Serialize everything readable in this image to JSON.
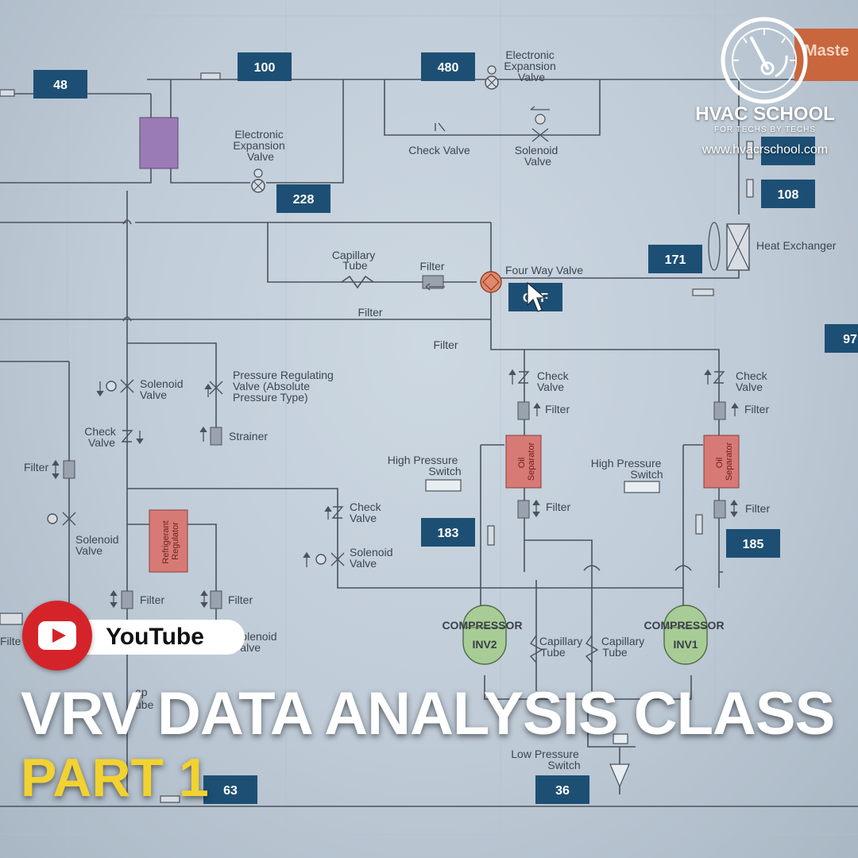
{
  "header": {
    "title": "VRV DATA ANALYSIS CLASS",
    "subtitle": "PART 1"
  },
  "youtube_badge": {
    "label": "YouTube",
    "icon": "youtube-play-icon"
  },
  "brand": {
    "name": "HVAC SCHOOL",
    "tagline": "FOR TECHS BY TECHS",
    "url": "www.hvacrschool.com",
    "icon": "gauge-icon"
  },
  "partial_button_label": "Maste",
  "colors": {
    "readout_box": "#1d4f74",
    "oil_separator": "#d77a76",
    "refrigerant_regulator": "#d77a76",
    "compressor": "#a8cc96",
    "heat_exchanger_coil": "#9a7bb5",
    "title": "#ffffff",
    "subtitle": "#f2d230",
    "youtube_red": "#d4242a"
  },
  "sensor_readouts": {
    "r48": "48",
    "r100": "100",
    "r480": "480",
    "r228": "228",
    "r108": "108",
    "r171": "171",
    "r97": "97",
    "r183": "183",
    "r185": "185",
    "r63": "63",
    "r36": "36",
    "rOff": "OFF"
  },
  "labels": {
    "eev_top": [
      "Electronic",
      "Expansion",
      "Valve"
    ],
    "check_valve_top": "Check Valve",
    "solenoid_top": [
      "Solenoid",
      "Valve"
    ],
    "eev_left": [
      "Electronic",
      "Expansion",
      "Valve"
    ],
    "heat_exchanger": "Heat Exchanger",
    "capillary_top": [
      "Capillary",
      "Tube"
    ],
    "filter_top": "Filter",
    "four_way_valve": "Four Way Valve",
    "filter_mid": "Filter",
    "filter_mid2": "Filter",
    "solenoid_left": [
      "Solenoid",
      "Valve"
    ],
    "pressure_reg": [
      "Pressure Regulating",
      "Valve (Absolute",
      "Pressure Type)"
    ],
    "check_left": [
      "Check",
      "Valve"
    ],
    "strainer": "Strainer",
    "filter_left": "Filter",
    "solenoid_far_left": [
      "Solenoid",
      "Valve"
    ],
    "refrigerant_regulator": [
      "Refrigerant",
      "Regulator"
    ],
    "filter_reg_left": "Filter",
    "filter_reg_right": "Filter",
    "solenoid_bottom": [
      "Solenoid",
      "Valve"
    ],
    "capillary_bottom_left": [
      "Capillary",
      "Tube"
    ],
    "check_inv2": [
      "Check",
      "Valve"
    ],
    "filter_inv2_top": "Filter",
    "hps_inv2": [
      "High Pressure",
      "Switch"
    ],
    "oil_sep": [
      "Oil",
      "Separator"
    ],
    "filter_inv2_bot": "Filter",
    "check_center": [
      "Check",
      "Valve"
    ],
    "solenoid_center": [
      "Solenoid",
      "Valve"
    ],
    "check_inv1": [
      "Check",
      "Valve"
    ],
    "filter_inv1_top": "Filter",
    "hps_inv1": [
      "High Pressure",
      "Switch"
    ],
    "filter_inv1_bot": "Filter",
    "compressor_inv2": [
      "COMPRESSOR",
      "INV2"
    ],
    "compressor_inv1": [
      "COMPRESSOR",
      "INV1"
    ],
    "capillary_inv2": [
      "Capillary",
      "Tube"
    ],
    "capillary_inv1": [
      "Capillary",
      "Tube"
    ],
    "lps": [
      "Low Pressure",
      "Switch"
    ],
    "filter_edge": "Filte"
  },
  "partial_labels": {
    "cap_tube_partial": "ap",
    "cap_tube_partial2": "ube"
  }
}
